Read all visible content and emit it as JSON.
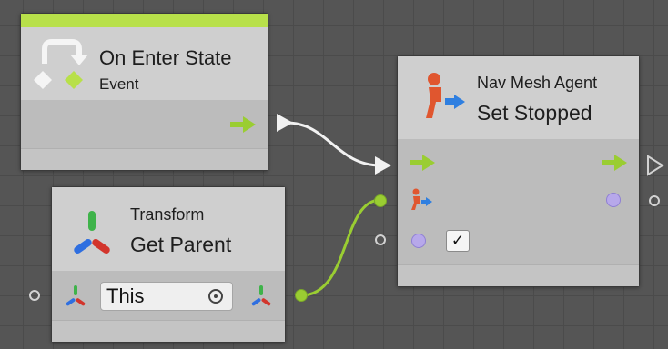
{
  "graph": {
    "event_node": {
      "title": "On Enter State",
      "subtitle": "Event",
      "icon": "enter-state-event-icon",
      "accent_color": "#b8e04a"
    },
    "nav_node": {
      "category": "Nav Mesh Agent",
      "title": "Set Stopped",
      "icon": "nav-mesh-agent-icon",
      "checkbox_checked": true,
      "checkbox_glyph": "✓"
    },
    "transform_node": {
      "category": "Transform",
      "title": "Get Parent",
      "icon": "transform-icon",
      "input_value": "This"
    },
    "colors": {
      "flow_port": "#9acd32",
      "connection_value": "#9acd32",
      "connection_flow": "#f2f2f2",
      "port_object": "#b7a8ea"
    }
  }
}
